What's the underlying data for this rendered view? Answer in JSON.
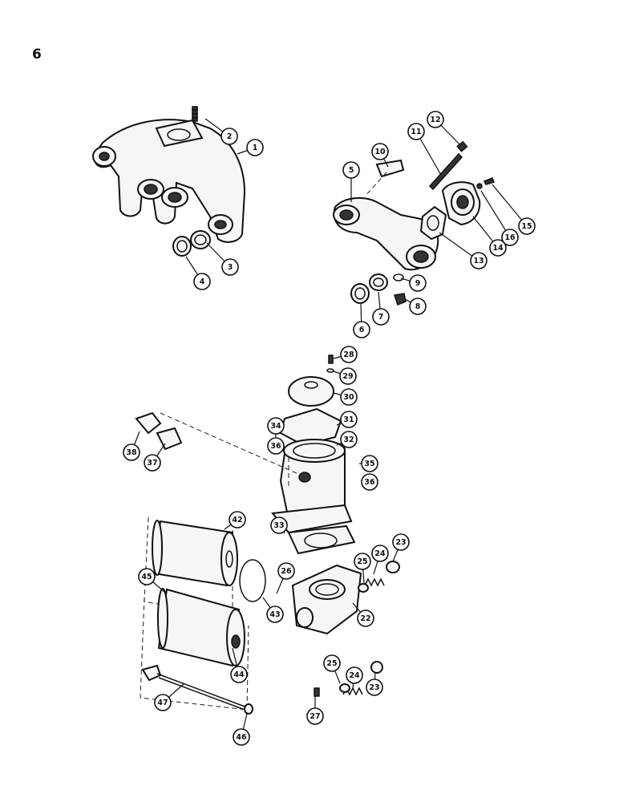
{
  "page_number": "6",
  "callouts": [
    "1",
    "2",
    "3",
    "4",
    "5",
    "6",
    "7",
    "8",
    "9",
    "10",
    "11",
    "12",
    "13",
    "14",
    "15",
    "16",
    "22",
    "23",
    "23",
    "24",
    "24",
    "25",
    "25",
    "26",
    "27",
    "28",
    "29",
    "30",
    "31",
    "32",
    "33",
    "34",
    "35",
    "36",
    "36",
    "37",
    "38",
    "42",
    "43",
    "44",
    "45",
    "46",
    "47"
  ]
}
